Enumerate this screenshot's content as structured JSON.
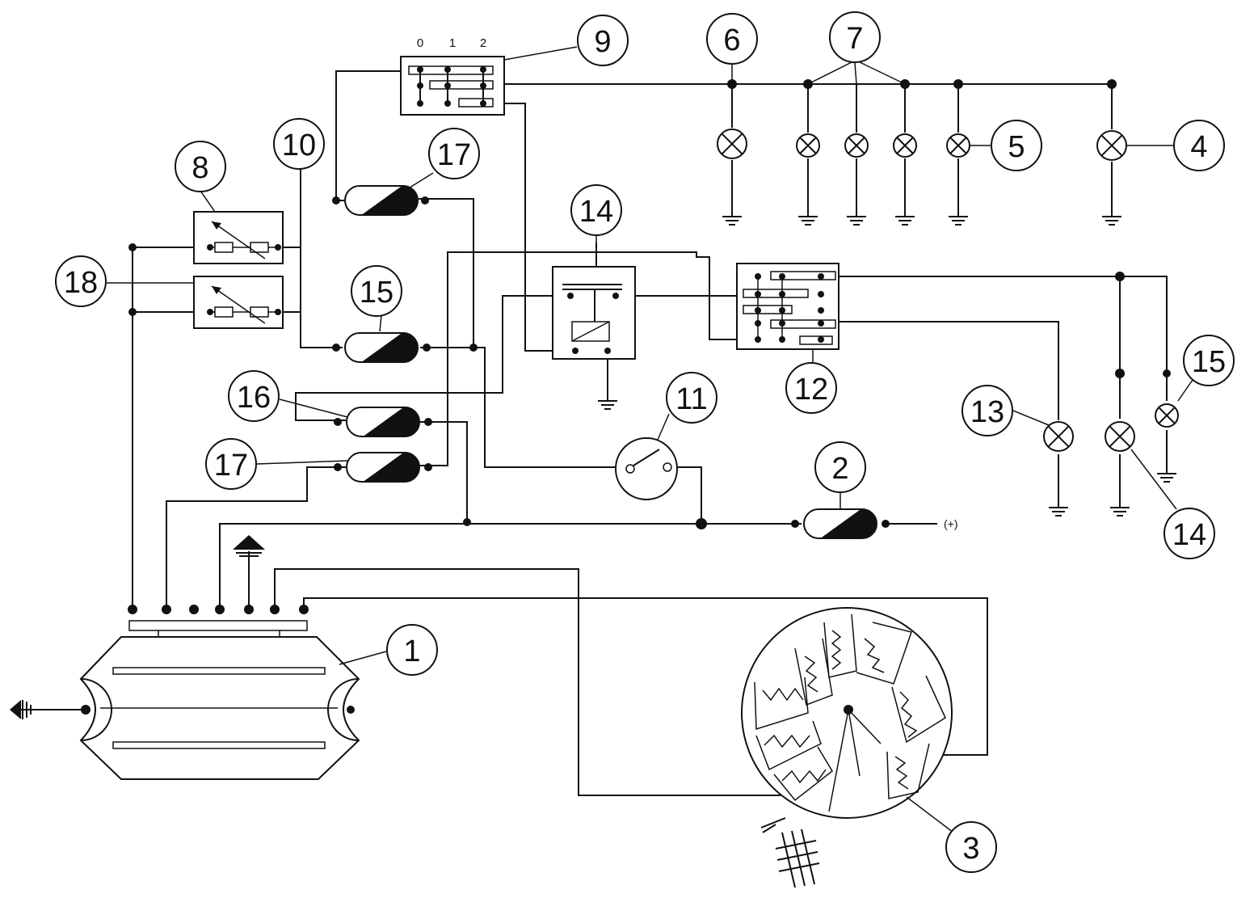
{
  "colors": {
    "ink": "#111111",
    "paper": "#ffffff"
  },
  "callouts": [
    {
      "id": "c1",
      "label": "1"
    },
    {
      "id": "c2",
      "label": "2"
    },
    {
      "id": "c3",
      "label": "3"
    },
    {
      "id": "c4",
      "label": "4"
    },
    {
      "id": "c5",
      "label": "5"
    },
    {
      "id": "c6",
      "label": "6"
    },
    {
      "id": "c7",
      "label": "7"
    },
    {
      "id": "c8",
      "label": "8"
    },
    {
      "id": "c9",
      "label": "9"
    },
    {
      "id": "c10",
      "label": "10"
    },
    {
      "id": "c11",
      "label": "11"
    },
    {
      "id": "c12",
      "label": "12"
    },
    {
      "id": "c13",
      "label": "13"
    },
    {
      "id": "c14a",
      "label": "14"
    },
    {
      "id": "c14b",
      "label": "14"
    },
    {
      "id": "c15a",
      "label": "15"
    },
    {
      "id": "c15b",
      "label": "15"
    },
    {
      "id": "c16",
      "label": "16"
    },
    {
      "id": "c17a",
      "label": "17"
    },
    {
      "id": "c17b",
      "label": "17"
    },
    {
      "id": "c18",
      "label": "18"
    }
  ],
  "switch_positions": [
    "0",
    "1",
    "2"
  ],
  "supply_label": "(+)"
}
